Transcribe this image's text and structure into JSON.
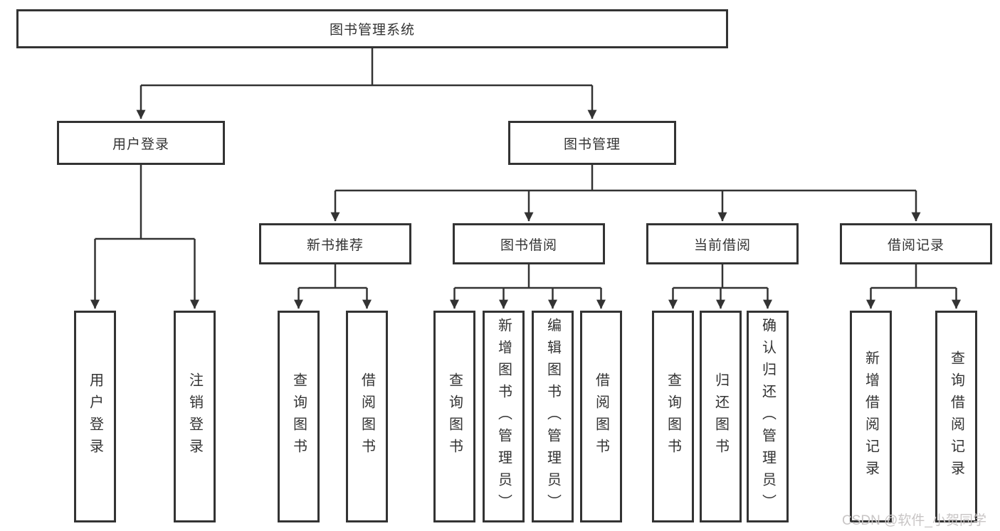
{
  "diagram": {
    "root": {
      "label": "图书管理系统"
    },
    "level2": [
      {
        "label": "用户登录"
      },
      {
        "label": "图书管理"
      }
    ],
    "level3": [
      {
        "label": "新书推荐"
      },
      {
        "label": "图书借阅"
      },
      {
        "label": "当前借阅"
      },
      {
        "label": "借阅记录"
      }
    ],
    "leaves": [
      {
        "parent": "用户登录",
        "label": "用户登录"
      },
      {
        "parent": "用户登录",
        "label": "注销登录"
      },
      {
        "parent": "新书推荐",
        "label": "查询图书"
      },
      {
        "parent": "新书推荐",
        "label": "借阅图书"
      },
      {
        "parent": "图书借阅",
        "label": "查询图书"
      },
      {
        "parent": "图书借阅",
        "label": "新增图书（管理员）"
      },
      {
        "parent": "图书借阅",
        "label": "编辑图书（管理员）"
      },
      {
        "parent": "图书借阅",
        "label": "借阅图书"
      },
      {
        "parent": "当前借阅",
        "label": "查询图书"
      },
      {
        "parent": "当前借阅",
        "label": "归还图书"
      },
      {
        "parent": "当前借阅",
        "label": "确认归还（管理员）"
      },
      {
        "parent": "借阅记录",
        "label": "新增借阅记录"
      },
      {
        "parent": "借阅记录",
        "label": "查询借阅记录"
      }
    ]
  },
  "watermark": {
    "text": "CSDN @软件_小贺同学"
  },
  "colors": {
    "line": "#333333",
    "text": "#333333",
    "background": "#ffffff",
    "watermark": "#c8c5c5"
  }
}
